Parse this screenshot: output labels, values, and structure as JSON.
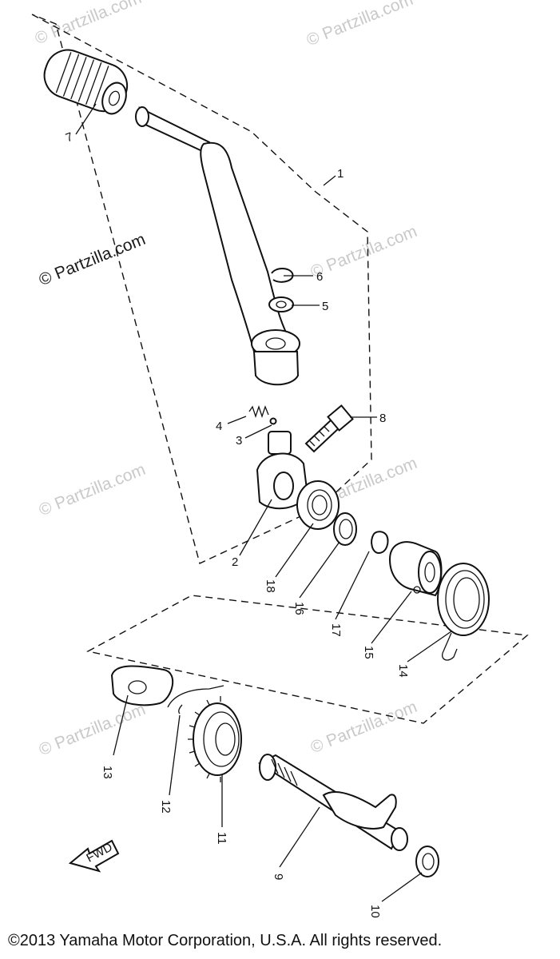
{
  "watermarks": {
    "text": "© Partzilla.com",
    "highlighted": "© Partzilla.com"
  },
  "callouts": [
    "1",
    "2",
    "3",
    "4",
    "5",
    "6",
    "7",
    "8",
    "9",
    "10",
    "11",
    "12",
    "13",
    "14",
    "15",
    "16",
    "17",
    "18"
  ],
  "fwd_label": "FWD",
  "copyright": "©2013 Yamaha Motor Corporation, U.S.A. All rights reserved."
}
